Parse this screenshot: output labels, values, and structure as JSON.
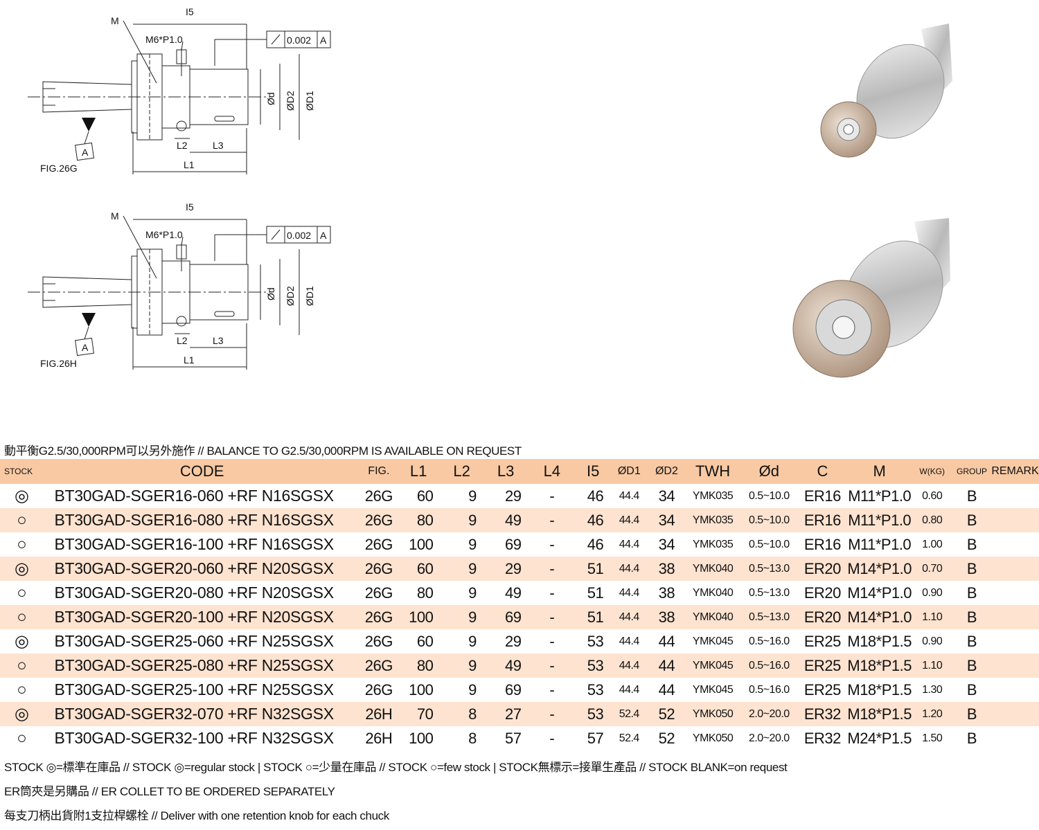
{
  "figures": [
    {
      "fig_label": "FIG.26G",
      "labels": {
        "M": "M",
        "i5": "I5",
        "thread": "M6*P1.0",
        "runout": "0.002",
        "datum": "A",
        "od": "Ød",
        "od2": "ØD2",
        "od1": "ØD1",
        "l1": "L1",
        "l2": "L2",
        "l3": "L3",
        "datum_tag": "A"
      }
    },
    {
      "fig_label": "FIG.26H",
      "labels": {
        "M": "M",
        "i5": "I5",
        "thread": "M6*P1.0",
        "runout": "0.002",
        "datum": "A",
        "od": "Ød",
        "od2": "ØD2",
        "od1": "ØD1",
        "l1": "L1",
        "l2": "L2",
        "l3": "L3",
        "datum_tag": "A"
      }
    }
  ],
  "notes": {
    "balance": "動平衡G2.5/30,000RPM可以另外施作 // BALANCE TO G2.5/30,000RPM IS AVAILABLE ON REQUEST",
    "stock": "STOCK ◎=標準在庫品 // STOCK ◎=regular stock | STOCK ○=少量在庫品 // STOCK ○=few stock | STOCK無標示=接單生產品 // STOCK BLANK=on request",
    "collet": "ER筒夾是另購品 // ER COLLET TO BE ORDERED SEPARATELY",
    "knob": "每支刀柄出貨附1支拉桿螺栓 // Deliver with one retention knob for each chuck"
  },
  "table": {
    "headers": [
      "STOCK",
      "CODE",
      "FIG.",
      "L1",
      "L2",
      "L3",
      "L4",
      "I5",
      "ØD1",
      "ØD2",
      "TWH",
      "Ød",
      "C",
      "M",
      "W(KG)",
      "GROUP",
      "REMARK"
    ],
    "rows": [
      [
        "◎",
        "BT30GAD-SGER16-060 +RF N16SGSX",
        "26G",
        "60",
        "9",
        "29",
        "-",
        "46",
        "44.4",
        "34",
        "YMK035",
        "0.5~10.0",
        "ER16",
        "M11*P1.0",
        "0.60",
        "B",
        ""
      ],
      [
        "○",
        "BT30GAD-SGER16-080 +RF N16SGSX",
        "26G",
        "80",
        "9",
        "49",
        "-",
        "46",
        "44.4",
        "34",
        "YMK035",
        "0.5~10.0",
        "ER16",
        "M11*P1.0",
        "0.80",
        "B",
        ""
      ],
      [
        "○",
        "BT30GAD-SGER16-100 +RF N16SGSX",
        "26G",
        "100",
        "9",
        "69",
        "-",
        "46",
        "44.4",
        "34",
        "YMK035",
        "0.5~10.0",
        "ER16",
        "M11*P1.0",
        "1.00",
        "B",
        ""
      ],
      [
        "◎",
        "BT30GAD-SGER20-060 +RF N20SGSX",
        "26G",
        "60",
        "9",
        "29",
        "-",
        "51",
        "44.4",
        "38",
        "YMK040",
        "0.5~13.0",
        "ER20",
        "M14*P1.0",
        "0.70",
        "B",
        ""
      ],
      [
        "○",
        "BT30GAD-SGER20-080 +RF N20SGSX",
        "26G",
        "80",
        "9",
        "49",
        "-",
        "51",
        "44.4",
        "38",
        "YMK040",
        "0.5~13.0",
        "ER20",
        "M14*P1.0",
        "0.90",
        "B",
        ""
      ],
      [
        "○",
        "BT30GAD-SGER20-100 +RF N20SGSX",
        "26G",
        "100",
        "9",
        "69",
        "-",
        "51",
        "44.4",
        "38",
        "YMK040",
        "0.5~13.0",
        "ER20",
        "M14*P1.0",
        "1.10",
        "B",
        ""
      ],
      [
        "◎",
        "BT30GAD-SGER25-060 +RF N25SGSX",
        "26G",
        "60",
        "9",
        "29",
        "-",
        "53",
        "44.4",
        "44",
        "YMK045",
        "0.5~16.0",
        "ER25",
        "M18*P1.5",
        "0.90",
        "B",
        ""
      ],
      [
        "○",
        "BT30GAD-SGER25-080 +RF N25SGSX",
        "26G",
        "80",
        "9",
        "49",
        "-",
        "53",
        "44.4",
        "44",
        "YMK045",
        "0.5~16.0",
        "ER25",
        "M18*P1.5",
        "1.10",
        "B",
        ""
      ],
      [
        "○",
        "BT30GAD-SGER25-100 +RF N25SGSX",
        "26G",
        "100",
        "9",
        "69",
        "-",
        "53",
        "44.4",
        "44",
        "YMK045",
        "0.5~16.0",
        "ER25",
        "M18*P1.5",
        "1.30",
        "B",
        ""
      ],
      [
        "◎",
        "BT30GAD-SGER32-070 +RF N32SGSX",
        "26H",
        "70",
        "8",
        "27",
        "-",
        "53",
        "52.4",
        "52",
        "YMK050",
        "2.0~20.0",
        "ER32",
        "M18*P1.5",
        "1.20",
        "B",
        ""
      ],
      [
        "○",
        "BT30GAD-SGER32-100 +RF N32SGSX",
        "26H",
        "100",
        "8",
        "57",
        "-",
        "57",
        "52.4",
        "52",
        "YMK050",
        "2.0~20.0",
        "ER32",
        "M24*P1.5",
        "1.50",
        "B",
        ""
      ]
    ]
  }
}
